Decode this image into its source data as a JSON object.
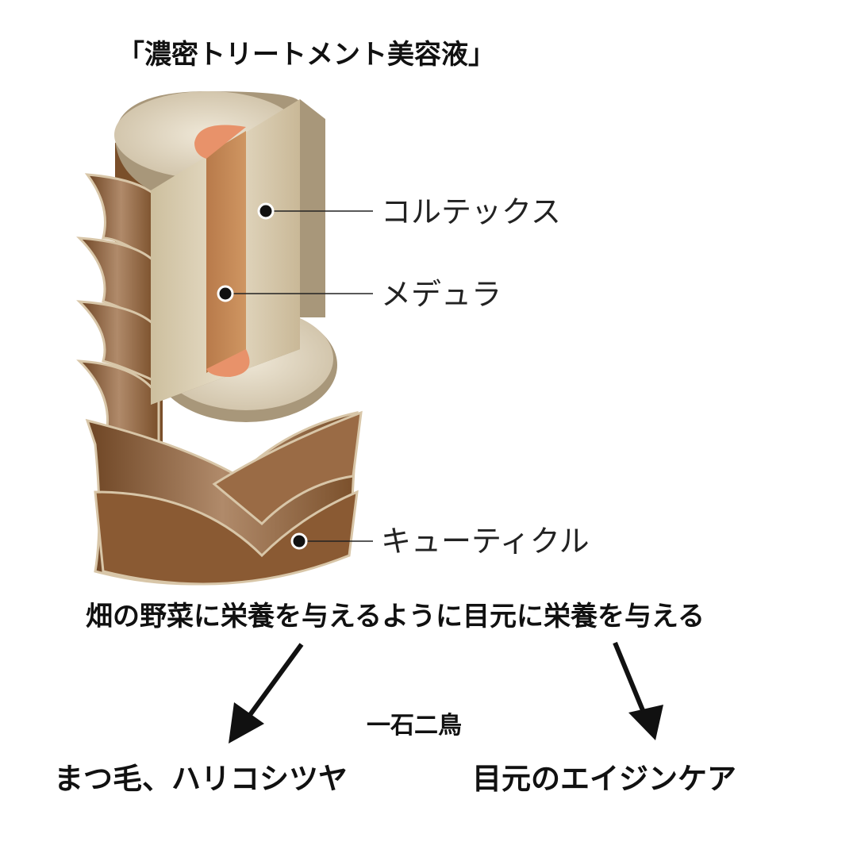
{
  "title": "「濃密トリートメント美容液」",
  "labels": {
    "cortex": "コルテックス",
    "medulla": "メデュラ",
    "cuticle": "キューティクル"
  },
  "sentence": "畑の野菜に栄養を与えるように目元に栄養を与える",
  "middle": "一石二鳥",
  "results": {
    "left": "まつ毛、ハリコシツヤ",
    "right": "目元のエイジンケア"
  },
  "colors": {
    "cuticle": "#7a4f2a",
    "cortex": "#d9cdb6",
    "medulla": "#c48a5a",
    "medulla_end": "#e8926a"
  }
}
